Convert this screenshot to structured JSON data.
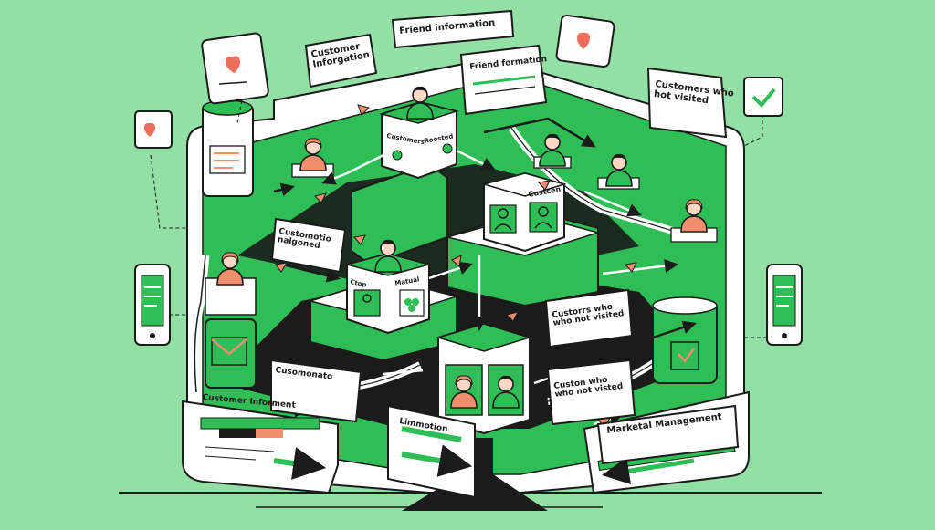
{
  "labels": {
    "customer_infor": "Customer\nInforgation",
    "friend_info_top": "Friend information",
    "friend_info_card": "Friend formation",
    "customers_not_visited_tr": "Customers who\nhot visited",
    "cube_customers": "Customers",
    "cube_rosed": "Roosted",
    "cube_custon": "Custcen",
    "customotio": "Customotio\nnalgoned",
    "cube_ctop": "Ctop",
    "cube_matual": "Matual",
    "custors_not_visited": "Custorrs who\nwho not visited",
    "cusomonato": "Cusomonato",
    "custon_not_visited": "Custon who\nwho not visted",
    "customer_informent": "Customer Informent",
    "limmotion": "Limmotion",
    "marketal_management": "Marketal Management"
  },
  "colors": {
    "background": "#93e0a6",
    "accent_green": "#2fbd55",
    "dark": "#1b1b1b",
    "skin": "#ef8f6e",
    "heart": "#ee6d5b",
    "white": "#ffffff"
  },
  "icons": [
    "heart-icon",
    "checkmark-icon",
    "phone-icon",
    "person-icon",
    "clover-icon",
    "envelope-icon"
  ]
}
